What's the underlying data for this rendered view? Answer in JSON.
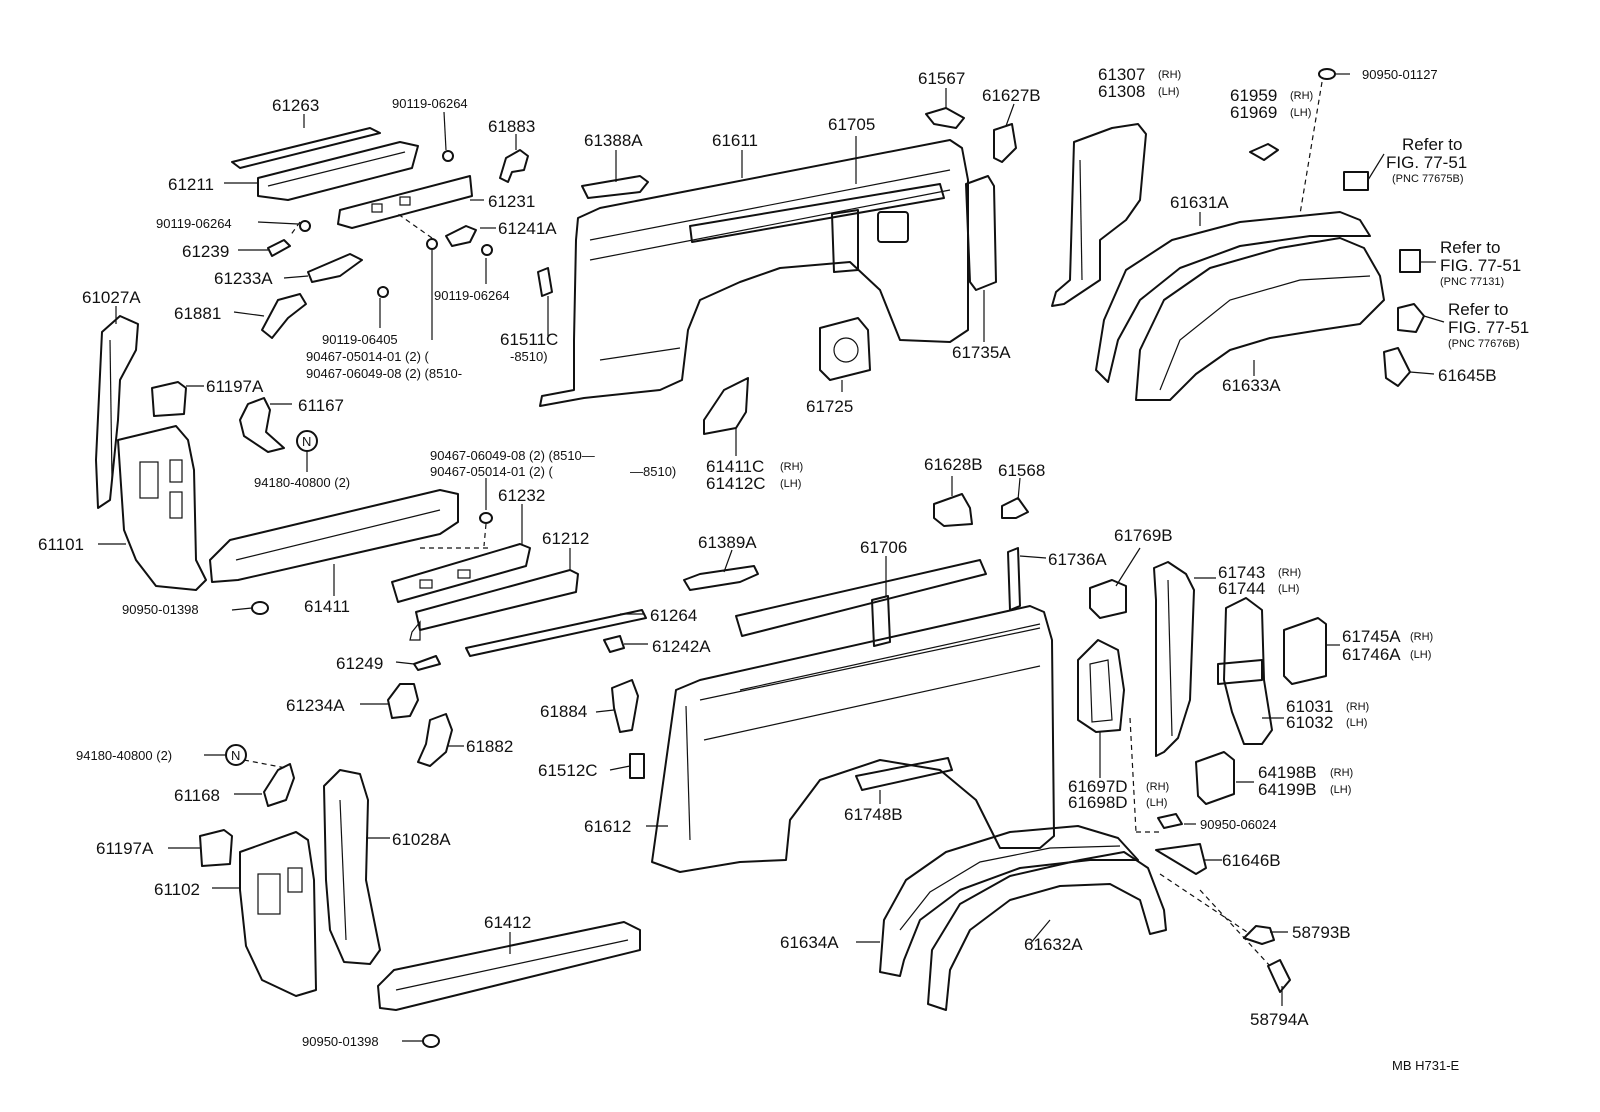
{
  "diagram": {
    "footer_code": "MB  H731-E",
    "labels": {
      "p61263": "61263",
      "p90119_06264_a": "90119-06264",
      "p61883": "61883",
      "p61211": "61211",
      "p61231": "61231",
      "p90119_06264_b": "90119-06264",
      "p61241a": "61241A",
      "p61239": "61239",
      "p61233a": "61233A",
      "p90119_06264_c": "90119-06264",
      "p61881": "61881",
      "p90119_06405": "90119-06405",
      "p90467_05014_01_top": "90467-05014-01 (2) (",
      "p8510_top_a": "-8510)",
      "p90467_06049_08_top": "90467-06049-08 (2) (8510-",
      "p61027a": "61027A",
      "p61197a_top": "61197A",
      "p61167": "61167",
      "p94180_40800_top": "94180-40800 (2)",
      "p61101": "61101",
      "p61388a": "61388A",
      "p61611": "61611",
      "p61705": "61705",
      "p61567": "61567",
      "p61627b": "61627B",
      "p61511c": "61511C",
      "p61735a": "61735A",
      "p61725": "61725",
      "p61411c": "61411C",
      "p61412c": "61412C",
      "rh": "(RH)",
      "lh": "(LH)",
      "p61307": "61307",
      "p61308": "61308",
      "p61959": "61959",
      "p61969": "61969",
      "p90950_01127": "90950-01127",
      "refer_to": "Refer to",
      "fig_7751": "FIG. 77-51",
      "pnc_77675b": "(PNC 77675B)",
      "pnc_77131": "(PNC 77131)",
      "pnc_77676b": "(PNC 77676B)",
      "p61631a": "61631A",
      "p61633a": "61633A",
      "p61645b": "61645B",
      "p90467_06049_08_mid": "90467-06049-08 (2) (8510—",
      "p90467_05014_01_mid": "90467-05014-01 (2) (",
      "p8510_mid": "—8510)",
      "p61232": "61232",
      "p61212": "61212",
      "p61411": "61411",
      "p90950_01398_a": "90950-01398",
      "p61264": "61264",
      "p61242a": "61242A",
      "p61249": "61249",
      "p61234a": "61234A",
      "p61882": "61882",
      "p94180_40800_bot": "94180-40800 (2)",
      "p61168": "61168",
      "p61197a_bot": "61197A",
      "p61102": "61102",
      "p61028a": "61028A",
      "p61412": "61412",
      "p90950_01398_b": "90950-01398",
      "p61628b": "61628B",
      "p61568": "61568",
      "p61389a": "61389A",
      "p61706": "61706",
      "p61736a": "61736A",
      "p61769b": "61769B",
      "p61743": "61743",
      "p61744": "61744",
      "p61745a": "61745A",
      "p61746a": "61746A",
      "p61031": "61031",
      "p61032": "61032",
      "p61884": "61884",
      "p61512c": "61512C",
      "p61612": "61612",
      "p61748b": "61748B",
      "p61697d": "61697D",
      "p61698d": "61698D",
      "p64198b": "64198B",
      "p64199b": "64199B",
      "p90950_06024": "90950-06024",
      "p61646b": "61646B",
      "p58793b": "58793B",
      "p58794a": "58794A",
      "p61634a": "61634A",
      "p61632a": "61632A",
      "n_mark": "N"
    }
  }
}
